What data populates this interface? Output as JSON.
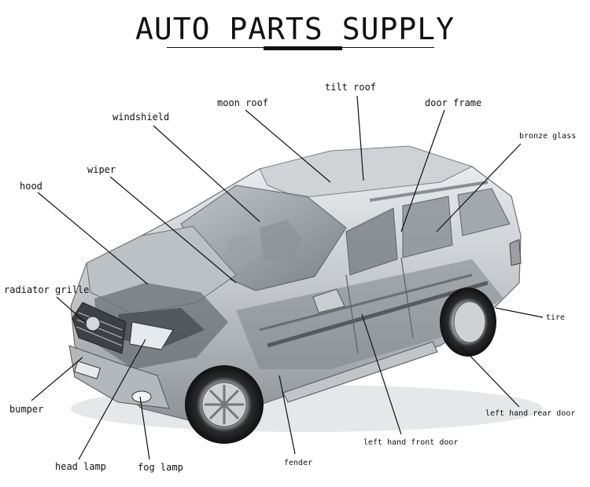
{
  "title": "AUTO PARTS SUPPLY",
  "labels": {
    "tilt_roof": "tilt roof",
    "moon_roof": "moon roof",
    "door_frame": "door frame",
    "windshield": "windshield",
    "bronze_glass": "bronze glass",
    "wiper": "wiper",
    "hood": "hood",
    "radiator_grille": "radiator grille",
    "tire": "tire",
    "bumper": "bumper",
    "left_hand_rear_door": "left hand rear door",
    "left_hand_front_door": "left hand front door",
    "fender": "fender",
    "head_lamp": "head lamp",
    "fog_lamp": "fog lamp"
  },
  "colors": {
    "body_light": "#d9dcdf",
    "body_mid": "#a9aeb3",
    "body_dark": "#5d6166",
    "tire": "#1c1c1e",
    "line": "#111111"
  }
}
